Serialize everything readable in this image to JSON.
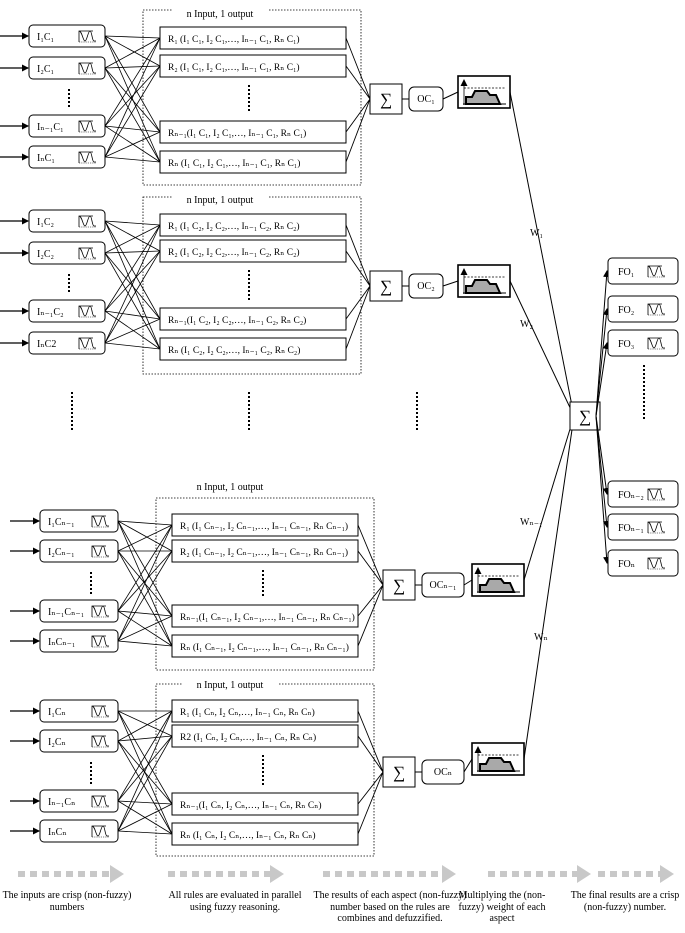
{
  "groups": [
    {
      "title": "n Input, 1 output",
      "inputs": [
        {
          "label": "I₁C₁"
        },
        {
          "label": "I₂C₁"
        },
        {
          "label": "Iₙ₋₁C₁"
        },
        {
          "label": "IₙC₁"
        }
      ],
      "rules": [
        {
          "label": "R₁ (I₁ C₁, I₂ C₁,…, Iₙ₋₁ C₁, Rₙ C₁)"
        },
        {
          "label": "R₂ (I₁ C₁, I₂ C₁,…, Iₙ₋₁ C₁, Rₙ C₁)"
        },
        {
          "label": "Rₙ₋₁(I₁ C₁, I₂ C₁,…, Iₙ₋₁ C₁, Rₙ C₁)"
        },
        {
          "label": "Rₙ (I₁ C₁, I₂ C₁,…, Iₙ₋₁ C₁, Rₙ C₁)"
        }
      ],
      "output": "OC₁"
    },
    {
      "title": "n Input, 1 output",
      "inputs": [
        {
          "label": "I₁C₂"
        },
        {
          "label": "I₂C₂"
        },
        {
          "label": "Iₙ₋₁C₂"
        },
        {
          "label": "IₙC2"
        }
      ],
      "rules": [
        {
          "label": "R₁ (I₁ C₂, I₂ C₂,…, Iₙ₋₁ C₂, Rₙ C₂)"
        },
        {
          "label": "R₂ (I₁ C₂, I₂ C₂,…, Iₙ₋₁ C₂, Rₙ C₂)"
        },
        {
          "label": "Rₙ₋₁(I₁ C₂, I₂ C₂,…, Iₙ₋₁ C₂, Rₙ C₂)"
        },
        {
          "label": "Rₙ (I₁ C₂, I₂ C₂,…, Iₙ₋₁ C₂, Rₙ C₂)"
        }
      ],
      "output": "OC₂"
    },
    {
      "title": "n Input, 1 output",
      "inputs": [
        {
          "label": "I₁Cₙ₋₁"
        },
        {
          "label": "I₂Cₙ₋₁"
        },
        {
          "label": "Iₙ₋₁Cₙ₋₁"
        },
        {
          "label": "IₙCₙ₋₁"
        }
      ],
      "rules": [
        {
          "label": "R₁ (I₁ Cₙ₋₁, I₂ Cₙ₋₁,…, Iₙ₋₁ Cₙ₋₁, Rₙ Cₙ₋₁)"
        },
        {
          "label": "R₂ (I₁ Cₙ₋₁, I₂ Cₙ₋₁,…, Iₙ₋₁ Cₙ₋₁, Rₙ Cₙ₋₁)"
        },
        {
          "label": "Rₙ₋₁(I₁ Cₙ₋₁, I₂ Cₙ₋₁,…, Iₙ₋₁ Cₙ₋₁, Rₙ Cₙ₋₁)"
        },
        {
          "label": "Rₙ (I₁ Cₙ₋₁, I₂ Cₙ₋₁,…, Iₙ₋₁ Cₙ₋₁, Rₙ Cₙ₋₁)"
        }
      ],
      "output": "OCₙ₋₁"
    },
    {
      "title": "n Input, 1 output",
      "inputs": [
        {
          "label": "I₁Cₙ"
        },
        {
          "label": "I₂Cₙ"
        },
        {
          "label": "Iₙ₋₁Cₙ"
        },
        {
          "label": "IₙCₙ"
        }
      ],
      "rules": [
        {
          "label": "R₁ (I₁ Cₙ, I₂ Cₙ,…, Iₙ₋₁ Cₙ, Rₙ Cₙ)"
        },
        {
          "label": "R2 (I₁ Cₙ, I₂ Cₙ,…, Iₙ₋₁ Cₙ, Rₙ Cₙ)"
        },
        {
          "label": "Rₙ₋₁(I₁ Cₙ, I₂ Cₙ,…, Iₙ₋₁ Cₙ, Rₙ Cₙ)"
        },
        {
          "label": "Rₙ (I₁ Cₙ, I₂ Cₙ,…, Iₙ₋₁ Cₙ, Rₙ Cₙ)"
        }
      ],
      "output": "OCₙ"
    }
  ],
  "sum_symbol": "∑",
  "weights": [
    "W₁",
    "W₂",
    "Wₙ₋₁",
    "Wₙ"
  ],
  "final_outputs": [
    {
      "label": "FO₁"
    },
    {
      "label": "FO₂"
    },
    {
      "label": "FO₃"
    },
    {
      "label": "FOₙ₋₂"
    },
    {
      "label": "FOₙ₋₁"
    },
    {
      "label": "FOₙ"
    }
  ],
  "steps": [
    "The inputs are crisp (non-fuzzy) numbers",
    "All rules are evaluated in parallel using fuzzy reasoning.",
    "The results of each aspect (non-fuzzy) number based on the rules are combines and defuzzified.",
    "Multiplying the (non-fuzzy) weight of each aspect",
    "The final results are a crisp (non-fuzzy) number."
  ],
  "icons": {
    "membership": "membership-function-icon",
    "defuzz": "defuzzification-chart-icon",
    "sum": "summation-icon"
  },
  "colors": {
    "stroke": "#000000",
    "defuzz_fill": "#a9a9a9",
    "step_arrow": "#c8c8c8"
  }
}
